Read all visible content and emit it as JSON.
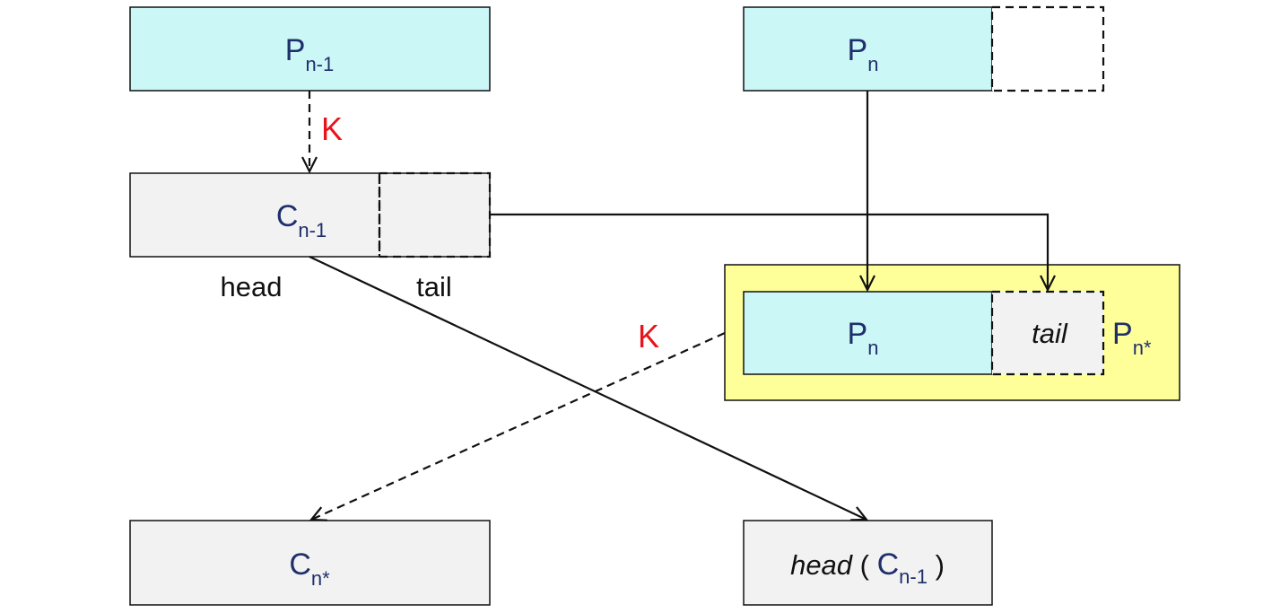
{
  "colors": {
    "plaintext_fill": "#ccf7f7",
    "ciphertext_fill": "#f2f2f2",
    "highlight_fill": "#ffff99",
    "variable_text": "#1f2f6b",
    "key_text": "#e8141b",
    "outline": "#111111"
  },
  "blocks": {
    "p_prev": {
      "base": "P",
      "sub": "n-1"
    },
    "p_n": {
      "base": "P",
      "sub": "n"
    },
    "c_prev": {
      "base": "C",
      "sub": "n-1"
    },
    "p_n_inner": {
      "base": "P",
      "sub": "n"
    },
    "tail_cell": "tail",
    "p_star": {
      "base": "P",
      "sub": "n*"
    },
    "c_star": {
      "base": "C",
      "sub": "n*"
    },
    "head_output": {
      "func": "head",
      "open": " ( ",
      "base": "C",
      "sub": "n-1",
      "close": " )"
    }
  },
  "labels": {
    "head": "head",
    "tail": "tail",
    "key_top": "K",
    "key_mid": "K"
  }
}
